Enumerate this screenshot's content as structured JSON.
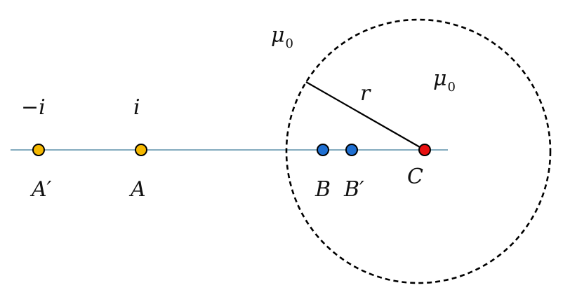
{
  "labels": {
    "mu_outer": "μ",
    "mu_outer_sub": "0",
    "mu_inner": "μ",
    "mu_inner_sub": "0",
    "radius": "r",
    "current_neg": "−i",
    "current_pos": "i",
    "point_a_prime": "A′",
    "point_a": "A",
    "point_b": "B",
    "point_b_prime": "B′",
    "point_c": "C"
  },
  "colors": {
    "axis": "#5b8fa8",
    "current_point": "#f5b800",
    "image_point": "#1f6fd1",
    "center_point": "#e81010",
    "circle": "#000000",
    "radius": "#000000"
  }
}
